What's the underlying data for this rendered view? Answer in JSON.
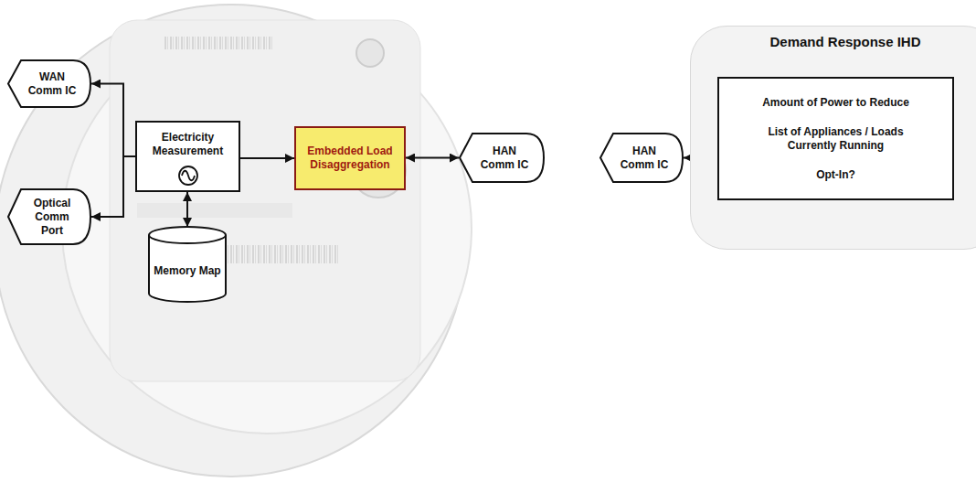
{
  "diagram": {
    "title": "Demand Response IHD",
    "nodes": [
      {
        "text": [
          "WAN Comm IC"
        ]
      },
      {
        "text": [
          "Optical Comm Port"
        ]
      },
      {
        "text": [
          "Electricity Measurement"
        ]
      },
      {
        "text": [
          "Memory Map"
        ]
      },
      {
        "text": [
          "Embedded Load Disaggregation"
        ]
      },
      {
        "text": [
          "HAN Comm IC"
        ]
      },
      {
        "text": [
          "HAN Comm IC"
        ]
      },
      {
        "text": [
          "Demand Response IHD"
        ]
      },
      {
        "text": [
          "Amount of Power to Reduce",
          "List of Appliances / Loads Currently Running",
          "Opt-In?"
        ],
        "in": 7
      }
    ],
    "edges": [
      {
        "from": 2,
        "to": 0,
        "arrow": "to"
      },
      {
        "from": 2,
        "to": 1,
        "arrow": "to"
      },
      {
        "from": 2,
        "to": 4,
        "arrow": "to"
      },
      {
        "from": 2,
        "to": 3,
        "arrow": "both"
      },
      {
        "from": 4,
        "to": 5,
        "arrow": "both"
      },
      {
        "from": 6,
        "to": 8,
        "arrow": "both"
      }
    ]
  }
}
